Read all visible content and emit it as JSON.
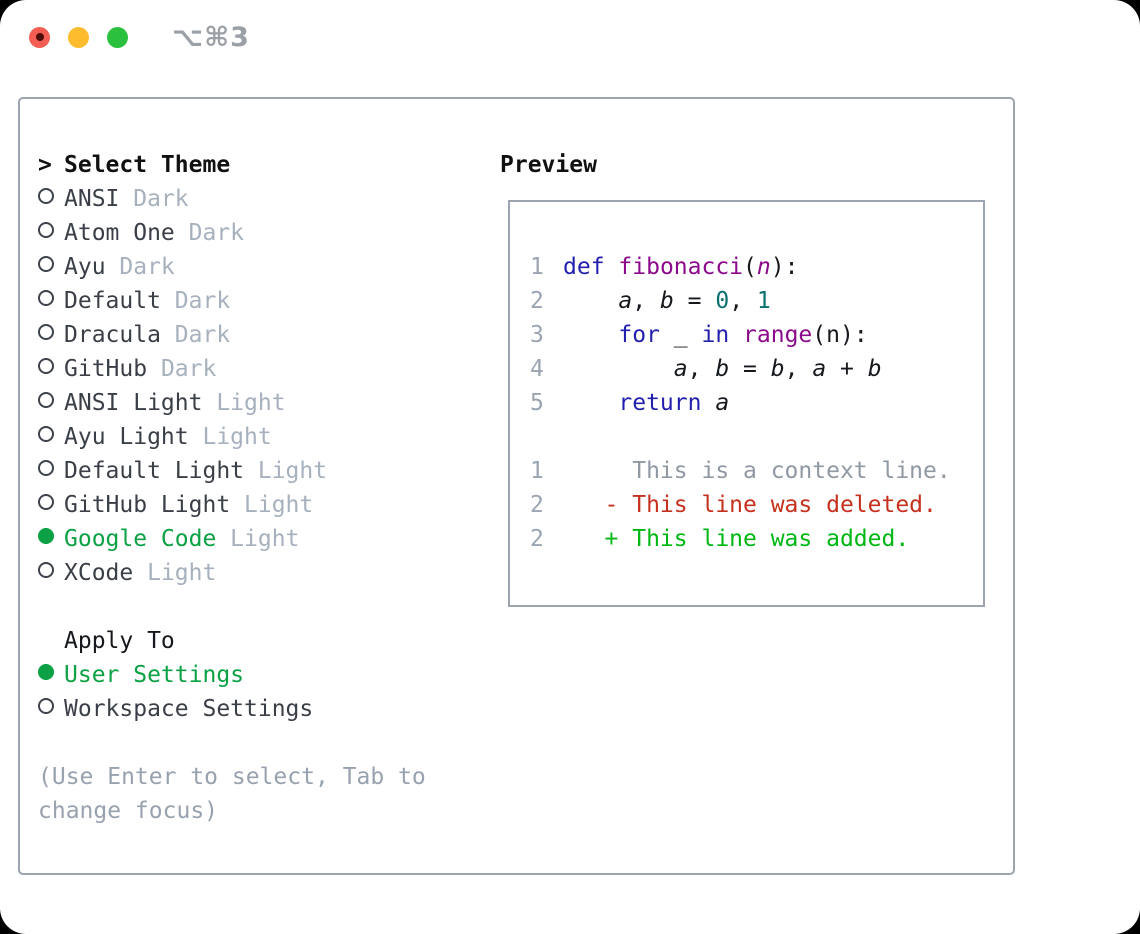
{
  "window": {
    "title": "⌥⌘3"
  },
  "colors": {
    "traffic_red": "#f45d52",
    "traffic_red_dot": "#4d0d0a",
    "traffic_yellow": "#fdbc2e",
    "traffic_green": "#2bc13e",
    "title_gray": "#9aa0a6",
    "border_gray": "#9ba4af",
    "item_dark": "#3a3f47",
    "variant_gray": "#a7b1be",
    "list_green": "#0ca144",
    "hint_gray": "#98a2ae",
    "linenum_gray": "#9aa4b2",
    "code_keyword": "#221fad",
    "code_function": "#8b0a8b",
    "code_literal": "#0b7070",
    "diff_ctx": "#8f98a3",
    "diff_del": "#c5311d",
    "diff_add": "#00b713"
  },
  "theme_panel": {
    "heading_marker": ">",
    "heading": "Select Theme",
    "themes": [
      {
        "name": "ANSI",
        "variant": "Dark",
        "selected": false
      },
      {
        "name": "Atom One",
        "variant": "Dark",
        "selected": false
      },
      {
        "name": "Ayu",
        "variant": "Dark",
        "selected": false
      },
      {
        "name": "Default",
        "variant": "Dark",
        "selected": false
      },
      {
        "name": "Dracula",
        "variant": "Dark",
        "selected": false
      },
      {
        "name": "GitHub",
        "variant": "Dark",
        "selected": false
      },
      {
        "name": "ANSI Light",
        "variant": "Light",
        "selected": false
      },
      {
        "name": "Ayu Light",
        "variant": "Light",
        "selected": false
      },
      {
        "name": "Default Light",
        "variant": "Light",
        "selected": false
      },
      {
        "name": "GitHub Light",
        "variant": "Light",
        "selected": false
      },
      {
        "name": "Google Code",
        "variant": "Light",
        "selected": true
      },
      {
        "name": "XCode",
        "variant": "Light",
        "selected": false
      }
    ],
    "apply_heading": "Apply To",
    "apply_options": [
      {
        "name": "User Settings",
        "selected": true
      },
      {
        "name": "Workspace Settings",
        "selected": false
      }
    ],
    "hint_lines": [
      "(Use Enter to select, Tab to",
      "change focus)"
    ]
  },
  "preview": {
    "heading": "Preview",
    "code_lines": [
      {
        "num": "1",
        "tokens": [
          [
            "def",
            "kw"
          ],
          [
            " ",
            "pl"
          ],
          [
            "fibonacci",
            "fn"
          ],
          [
            "(",
            "pl"
          ],
          [
            "n",
            "fnv"
          ],
          [
            "):",
            "pl"
          ]
        ]
      },
      {
        "num": "2",
        "tokens": [
          [
            "    ",
            "pl"
          ],
          [
            "a",
            "var"
          ],
          [
            ", ",
            "pl"
          ],
          [
            "b",
            "var"
          ],
          [
            " = ",
            "pl"
          ],
          [
            "0",
            "lit"
          ],
          [
            ", ",
            "pl"
          ],
          [
            "1",
            "lit"
          ]
        ]
      },
      {
        "num": "3",
        "tokens": [
          [
            "    ",
            "pl"
          ],
          [
            "for",
            "kw"
          ],
          [
            " _ ",
            "pl"
          ],
          [
            "in",
            "kw"
          ],
          [
            " ",
            "pl"
          ],
          [
            "range",
            "fn"
          ],
          [
            "(n):",
            "pl"
          ]
        ]
      },
      {
        "num": "4",
        "tokens": [
          [
            "        ",
            "pl"
          ],
          [
            "a",
            "var"
          ],
          [
            ", ",
            "pl"
          ],
          [
            "b",
            "var"
          ],
          [
            " = ",
            "pl"
          ],
          [
            "b",
            "var"
          ],
          [
            ", ",
            "pl"
          ],
          [
            "a",
            "var"
          ],
          [
            " + ",
            "pl"
          ],
          [
            "b",
            "var"
          ]
        ]
      },
      {
        "num": "5",
        "tokens": [
          [
            "    ",
            "pl"
          ],
          [
            "return",
            "kw"
          ],
          [
            " ",
            "pl"
          ],
          [
            "a",
            "var"
          ]
        ]
      }
    ],
    "diff_lines": [
      {
        "num": "1",
        "kind": "ctx",
        "text": "     This is a context line."
      },
      {
        "num": "2",
        "kind": "del",
        "text": "   - This line was deleted."
      },
      {
        "num": "2",
        "kind": "add",
        "text": "   + This line was added."
      }
    ]
  }
}
